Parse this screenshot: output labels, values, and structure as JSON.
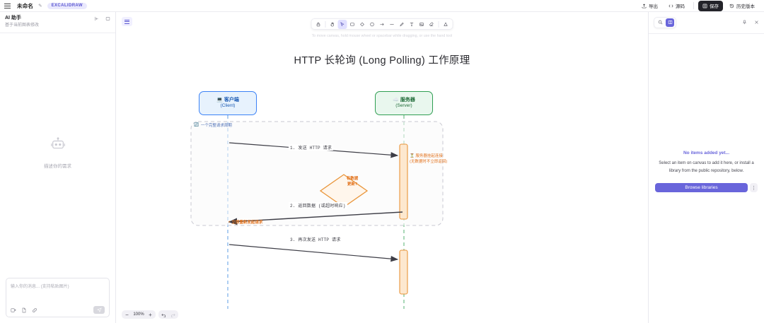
{
  "topbar": {
    "menu_icon": "hamburger-icon",
    "doc_title": "未命名",
    "edit_icon": "pencil-icon",
    "brand_badge": "EXCALIDRAW",
    "export_label": "导出",
    "source_label": "源码",
    "save_label": "保存",
    "history_label": "历史版本"
  },
  "ai_panel": {
    "title": "AI 助手",
    "subtitle": "基于当前图表修改",
    "collapse_icon": "panel-collapse-icon",
    "expand_icon": "panel-expand-icon",
    "empty_icon": "robot-icon",
    "empty_text": "描述你的需求",
    "input_placeholder": "输入你的消息... (支持粘贴图片)",
    "tool_icons": [
      "add-image-icon",
      "file-icon",
      "link-icon"
    ],
    "send_icon": "send-icon"
  },
  "canvas": {
    "menu_icon": "canvas-menu-icon",
    "hint": "To move canvas, hold mouse wheel or spacebar while dragging, or use the hand tool",
    "tools": [
      {
        "name": "lock-icon",
        "active": false
      },
      {
        "name": "hand-icon",
        "active": false
      },
      {
        "name": "selection-icon",
        "active": true
      },
      {
        "name": "rectangle-icon",
        "active": false
      },
      {
        "name": "diamond-icon",
        "active": false
      },
      {
        "name": "ellipse-icon",
        "active": false
      },
      {
        "name": "arrow-icon",
        "active": false
      },
      {
        "name": "line-icon",
        "active": false
      },
      {
        "name": "draw-icon",
        "active": false
      },
      {
        "name": "text-icon",
        "active": false
      },
      {
        "name": "image-icon",
        "active": false
      },
      {
        "name": "eraser-icon",
        "active": false
      },
      {
        "name": "frame-icon",
        "active": false
      }
    ],
    "zoom_out": "−",
    "zoom_value": "100%",
    "zoom_in": "+",
    "undo_icon": "undo-icon",
    "redo_icon": "redo-icon"
  },
  "diagram": {
    "title": "HTTP 长轮询 (Long Polling) 工作原理",
    "client": {
      "icon": "💻",
      "name": "客户端",
      "sub": "(Client)",
      "color": "#3b82f6"
    },
    "server": {
      "icon": "☁️",
      "name": "服务器",
      "sub": "(Server)",
      "color": "#2f9e52"
    },
    "group_label": {
      "icon": "🔄",
      "text": "一个完整请求周期"
    },
    "messages": [
      {
        "index": "1",
        "text": "1. 发送 HTTP 请求",
        "direction": "client-to-server"
      },
      {
        "index": "2",
        "text": "2. 返回数据 (或超时响应)",
        "direction": "server-to-client"
      },
      {
        "index": "3",
        "text": "3. 再次发送 HTTP 请求",
        "direction": "client-to-server"
      }
    ],
    "server_note_line1": "⏳ 服务器挂起连接",
    "server_note_line2": "(无数据时不立即返回)",
    "decision_line1": "有数据",
    "decision_line2": "更新?",
    "retry_note": "⚡ 立即重新发起请求",
    "accent_orange": "#e2711a"
  },
  "library": {
    "search_icon": "search-icon",
    "library_icon": "library-icon",
    "pin_icon": "pin-icon",
    "close_icon": "close-icon",
    "empty_title": "No items added yet...",
    "empty_desc": "Select an item on canvas to add it here, or install a library from the public repository, below.",
    "browse_label": "Browse libraries",
    "more_label": "⋮"
  }
}
